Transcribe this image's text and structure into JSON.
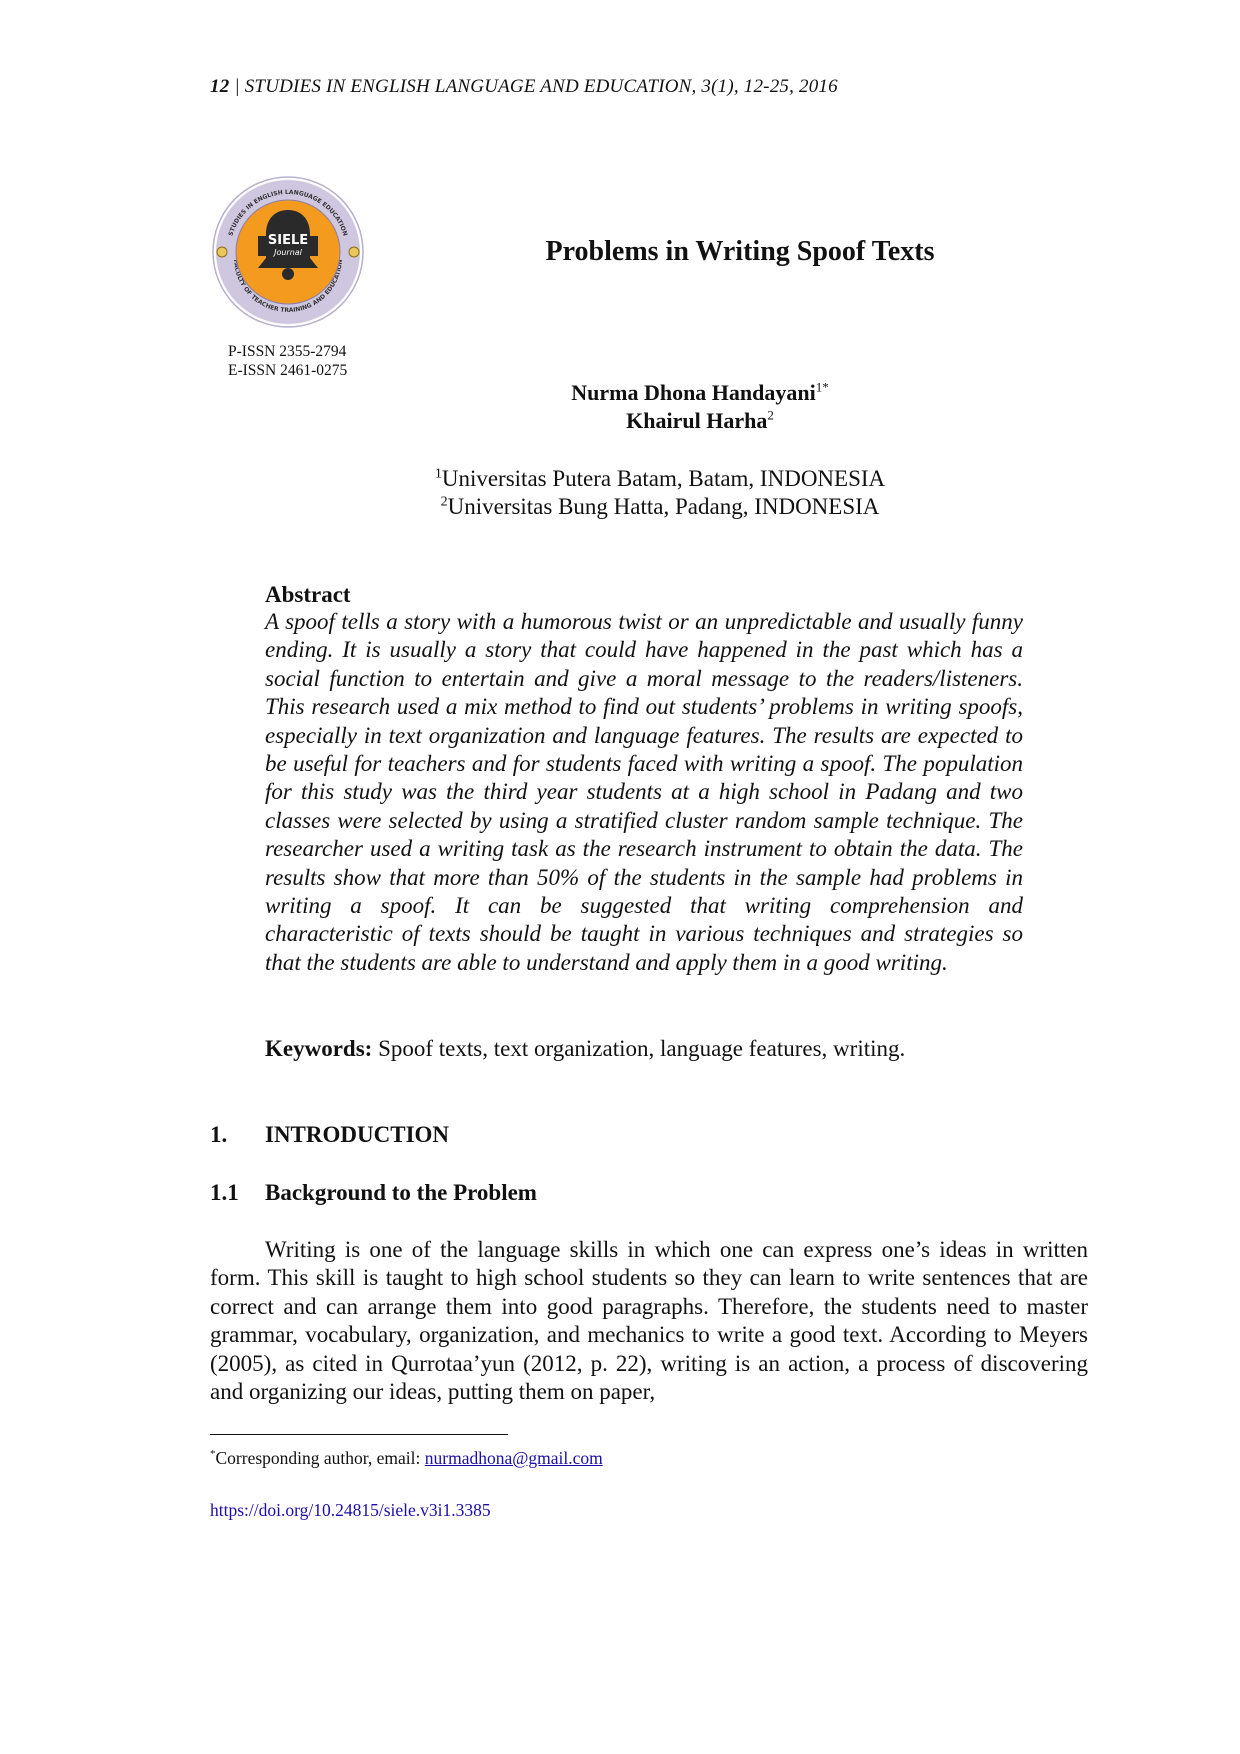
{
  "running_head": {
    "page_number": "12",
    "separator": " | ",
    "journal": "STUDIES IN ENGLISH LANGUAGE AND EDUCATION, 3(1), 12-25, 2016"
  },
  "logo": {
    "brand": "SIELE",
    "sub": "Journal",
    "ring_top": "STUDIES IN ENGLISH LANGUAGE EDUCATION",
    "ring_bottom": "FACULTY OF TEACHER TRAINING AND EDUCATION",
    "colors": {
      "ring": "#cfc7df",
      "inner": "#f39a1f",
      "bell": "#2a2a2a"
    }
  },
  "issn": {
    "print": "P-ISSN 2355-2794",
    "electronic": "E-ISSN 2461-0275"
  },
  "paper": {
    "title": "Problems in Writing Spoof Texts",
    "authors": [
      {
        "name": "Nurma Dhona Handayani",
        "mark": "1*"
      },
      {
        "name": "Khairul Harha",
        "mark": "2"
      }
    ],
    "affiliations": [
      {
        "mark": "1",
        "text": "Universitas Putera Batam, Batam, INDONESIA"
      },
      {
        "mark": "2",
        "text": "Universitas Bung Hatta, Padang, INDONESIA"
      }
    ]
  },
  "abstract": {
    "heading": "Abstract",
    "text": "A spoof tells a story with a humorous twist or an unpredictable and usually funny ending. It is usually a story that could have happened in the past which has a social function to entertain and give a moral message to the readers/listeners. This research used a mix method to find out students’ problems in writing spoofs, especially in text organization and language features. The results are expected to be useful for teachers and for students faced with writing a spoof. The population for this study was the third year students at a high school in Padang and two classes were selected by using a stratified cluster random sample technique. The researcher used a writing task as the research instrument to obtain the data. The results show that more than 50% of the students in the sample had problems in writing a spoof. It can be suggested that writing comprehension and characteristic of texts should be taught in various techniques and strategies so that the students are able to understand and apply them in a good writing."
  },
  "keywords": {
    "label": "Keywords:",
    "text": " Spoof texts, text organization, language features, writing."
  },
  "sections": {
    "intro": {
      "number": "1.",
      "title": "INTRODUCTION"
    },
    "background": {
      "number": "1.1",
      "title": "Background to the Problem"
    }
  },
  "body": {
    "paragraph_1": "Writing is one of the language skills in which one can express one’s ideas in written form. This skill is taught to high school students so they can learn to write sentences that are correct and can arrange them into good paragraphs. Therefore, the students need to master grammar, vocabulary, organization, and mechanics to write a good text. According to Meyers (2005), as cited in Qurrotaa’yun (2012, p. 22), writing is an action, a process of discovering and organizing our ideas, putting them on paper,"
  },
  "footnote": {
    "mark": "*",
    "text": "Corresponding author, email: ",
    "email": "nurmadhona@gmail.com"
  },
  "doi": "https://doi.org/10.24815/siele.v3i1.3385"
}
